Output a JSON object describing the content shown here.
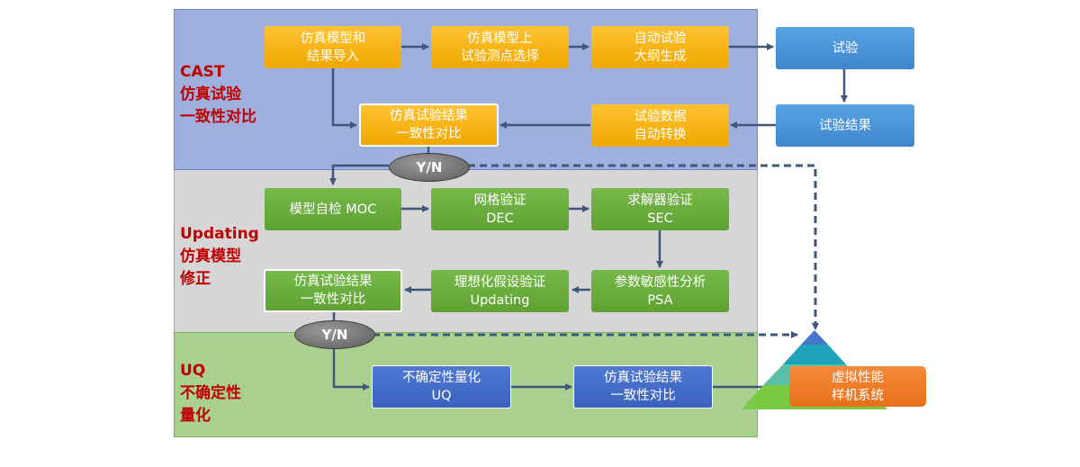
{
  "bands": {
    "cast": "CAST\n仿真试验\n一致性对比",
    "updating": "Updating\n仿真模型\n修正",
    "uq": "UQ\n不确定性\n量化"
  },
  "nodes": {
    "import": "仿真模型和\n结果导入",
    "select_points": "仿真模型上\n试验测点选择",
    "auto_outline": "自动试验\n大纲生成",
    "test": "试验",
    "test_result": "试验结果",
    "auto_convert": "试验数据\n自动转换",
    "cast_compare": "仿真试验结果\n一致性对比",
    "moc": "模型自检 MOC",
    "dec": "网格验证\nDEC",
    "sec": "求解器验证\nSEC",
    "psa": "参数敏感性分析\nPSA",
    "updating": "理想化假设验证\nUpdating",
    "upd_compare": "仿真试验结果\n一致性对比",
    "uq": "不确定性量化\nUQ",
    "uq_compare": "仿真试验结果\n一致性对比",
    "virtual": "虚拟性能\n样机系统"
  },
  "decisions": {
    "yn1": "Y/N",
    "yn2": "Y/N"
  },
  "colors": {
    "cast_band": "#9fb0de",
    "updating_band": "#d6d6d6",
    "uq_band": "#a9d08e",
    "yellow": "#f7b500",
    "blue": "#4a94d9",
    "green": "#6aae3d",
    "dark_blue": "#4470c8",
    "orange": "#f07d2a",
    "label_red": "#c00000",
    "arrow": "#40577a"
  },
  "icons": [
    "pyramid-icon"
  ]
}
